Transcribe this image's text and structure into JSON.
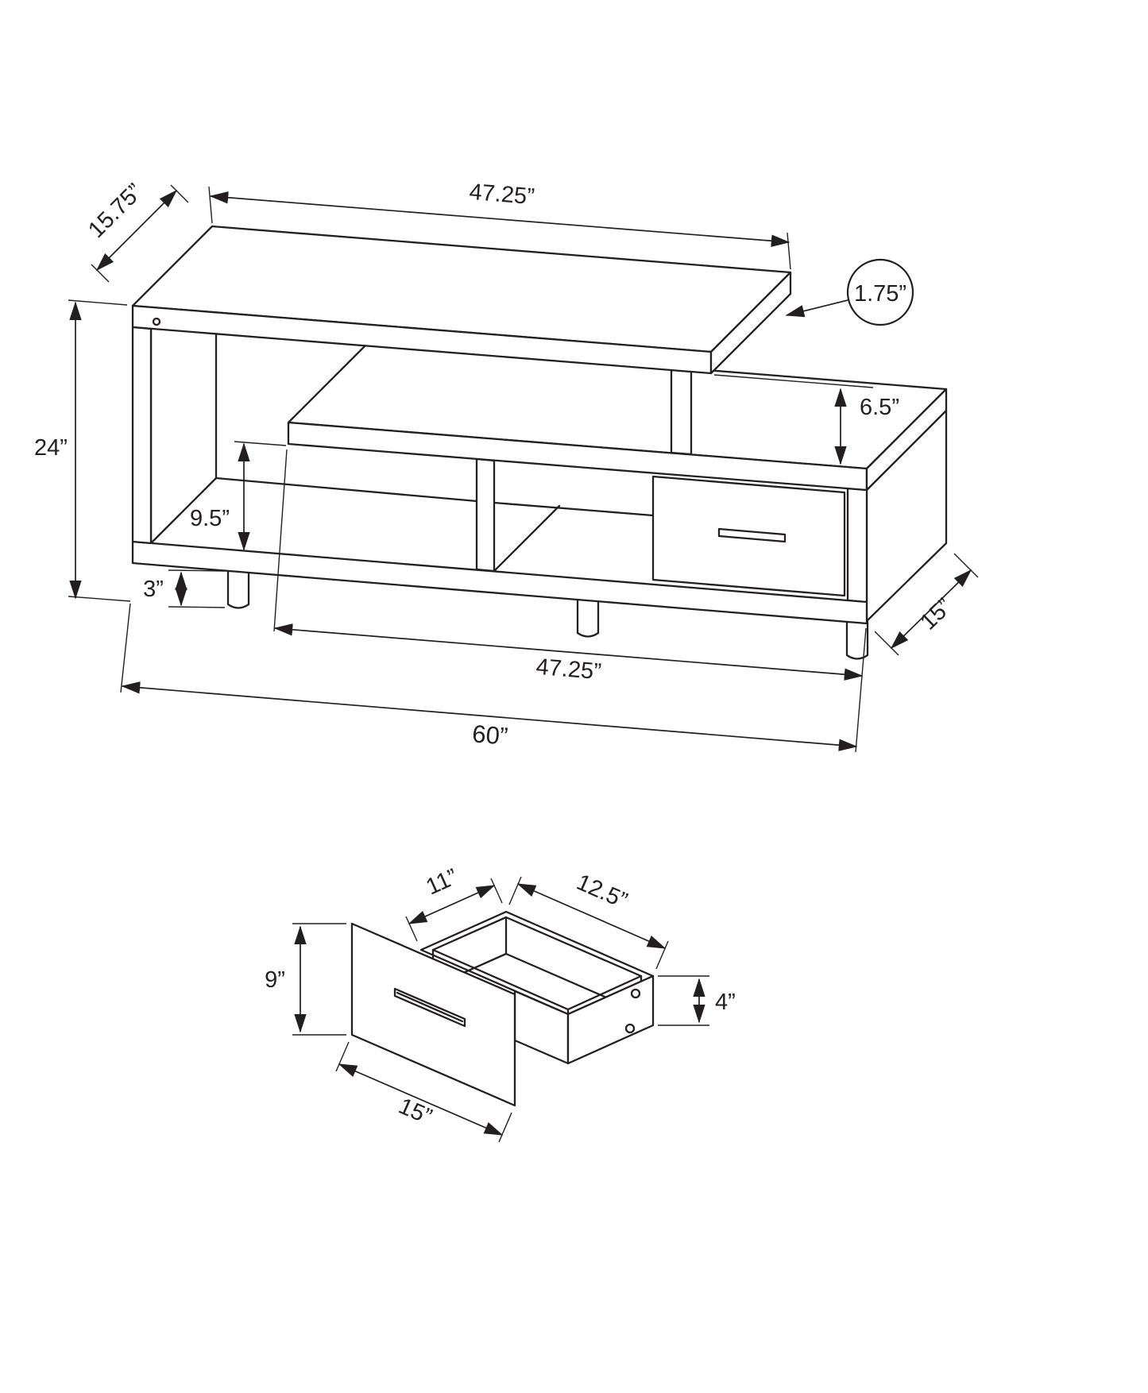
{
  "document": {
    "background": "#ffffff",
    "line_color": "#231f20",
    "figure_top": "tv-stand-front-isometric-view",
    "figure_bottom": "drawer-detail-isometric-view",
    "units": "inches"
  },
  "stand": {
    "dimensions": {
      "top_shelf_depth": "15.75”",
      "top_shelf_width": "47.25”",
      "top_shelf_thickness": "1.75”",
      "shelf_gap": "6.5”",
      "overall_height": "24”",
      "open_compartment_height": "9.5”",
      "leg_height": "3”",
      "lower_shelf_width": "47.25”",
      "base_depth": "15”",
      "overall_width": "60”"
    }
  },
  "drawer": {
    "dimensions": {
      "interior_depth": "11”",
      "interior_width": "12.5”",
      "front_panel_height": "9”",
      "interior_height": "4”",
      "front_panel_width": "15”"
    }
  }
}
